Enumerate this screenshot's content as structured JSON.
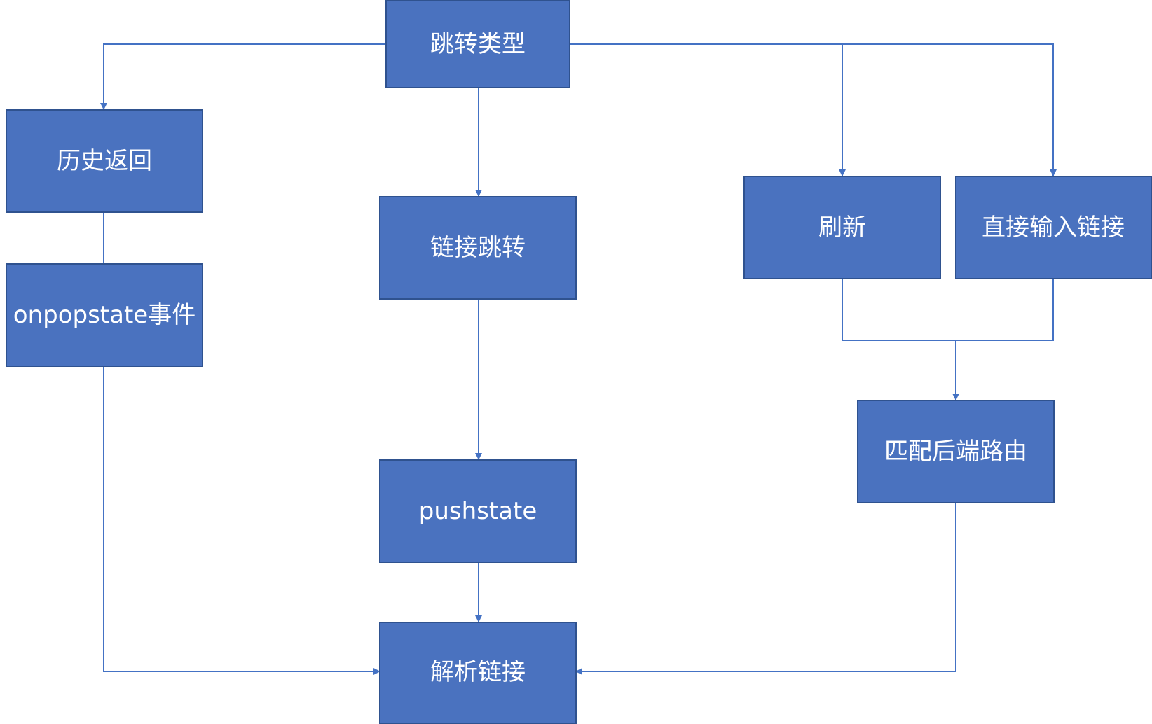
{
  "colors": {
    "node_fill": "#4a72bf",
    "node_border": "#2f528f",
    "node_text": "#ffffff",
    "connector": "#4472c4"
  },
  "nodes": {
    "jump_type": "跳转类型",
    "history_back": "历史返回",
    "onpopstate_event": "onpopstate事件",
    "link_jump": "链接跳转",
    "pushstate": "pushstate",
    "refresh": "刷新",
    "direct_input": "直接输入链接",
    "match_backend": "匹配后端路由",
    "parse_link": "解析链接"
  }
}
